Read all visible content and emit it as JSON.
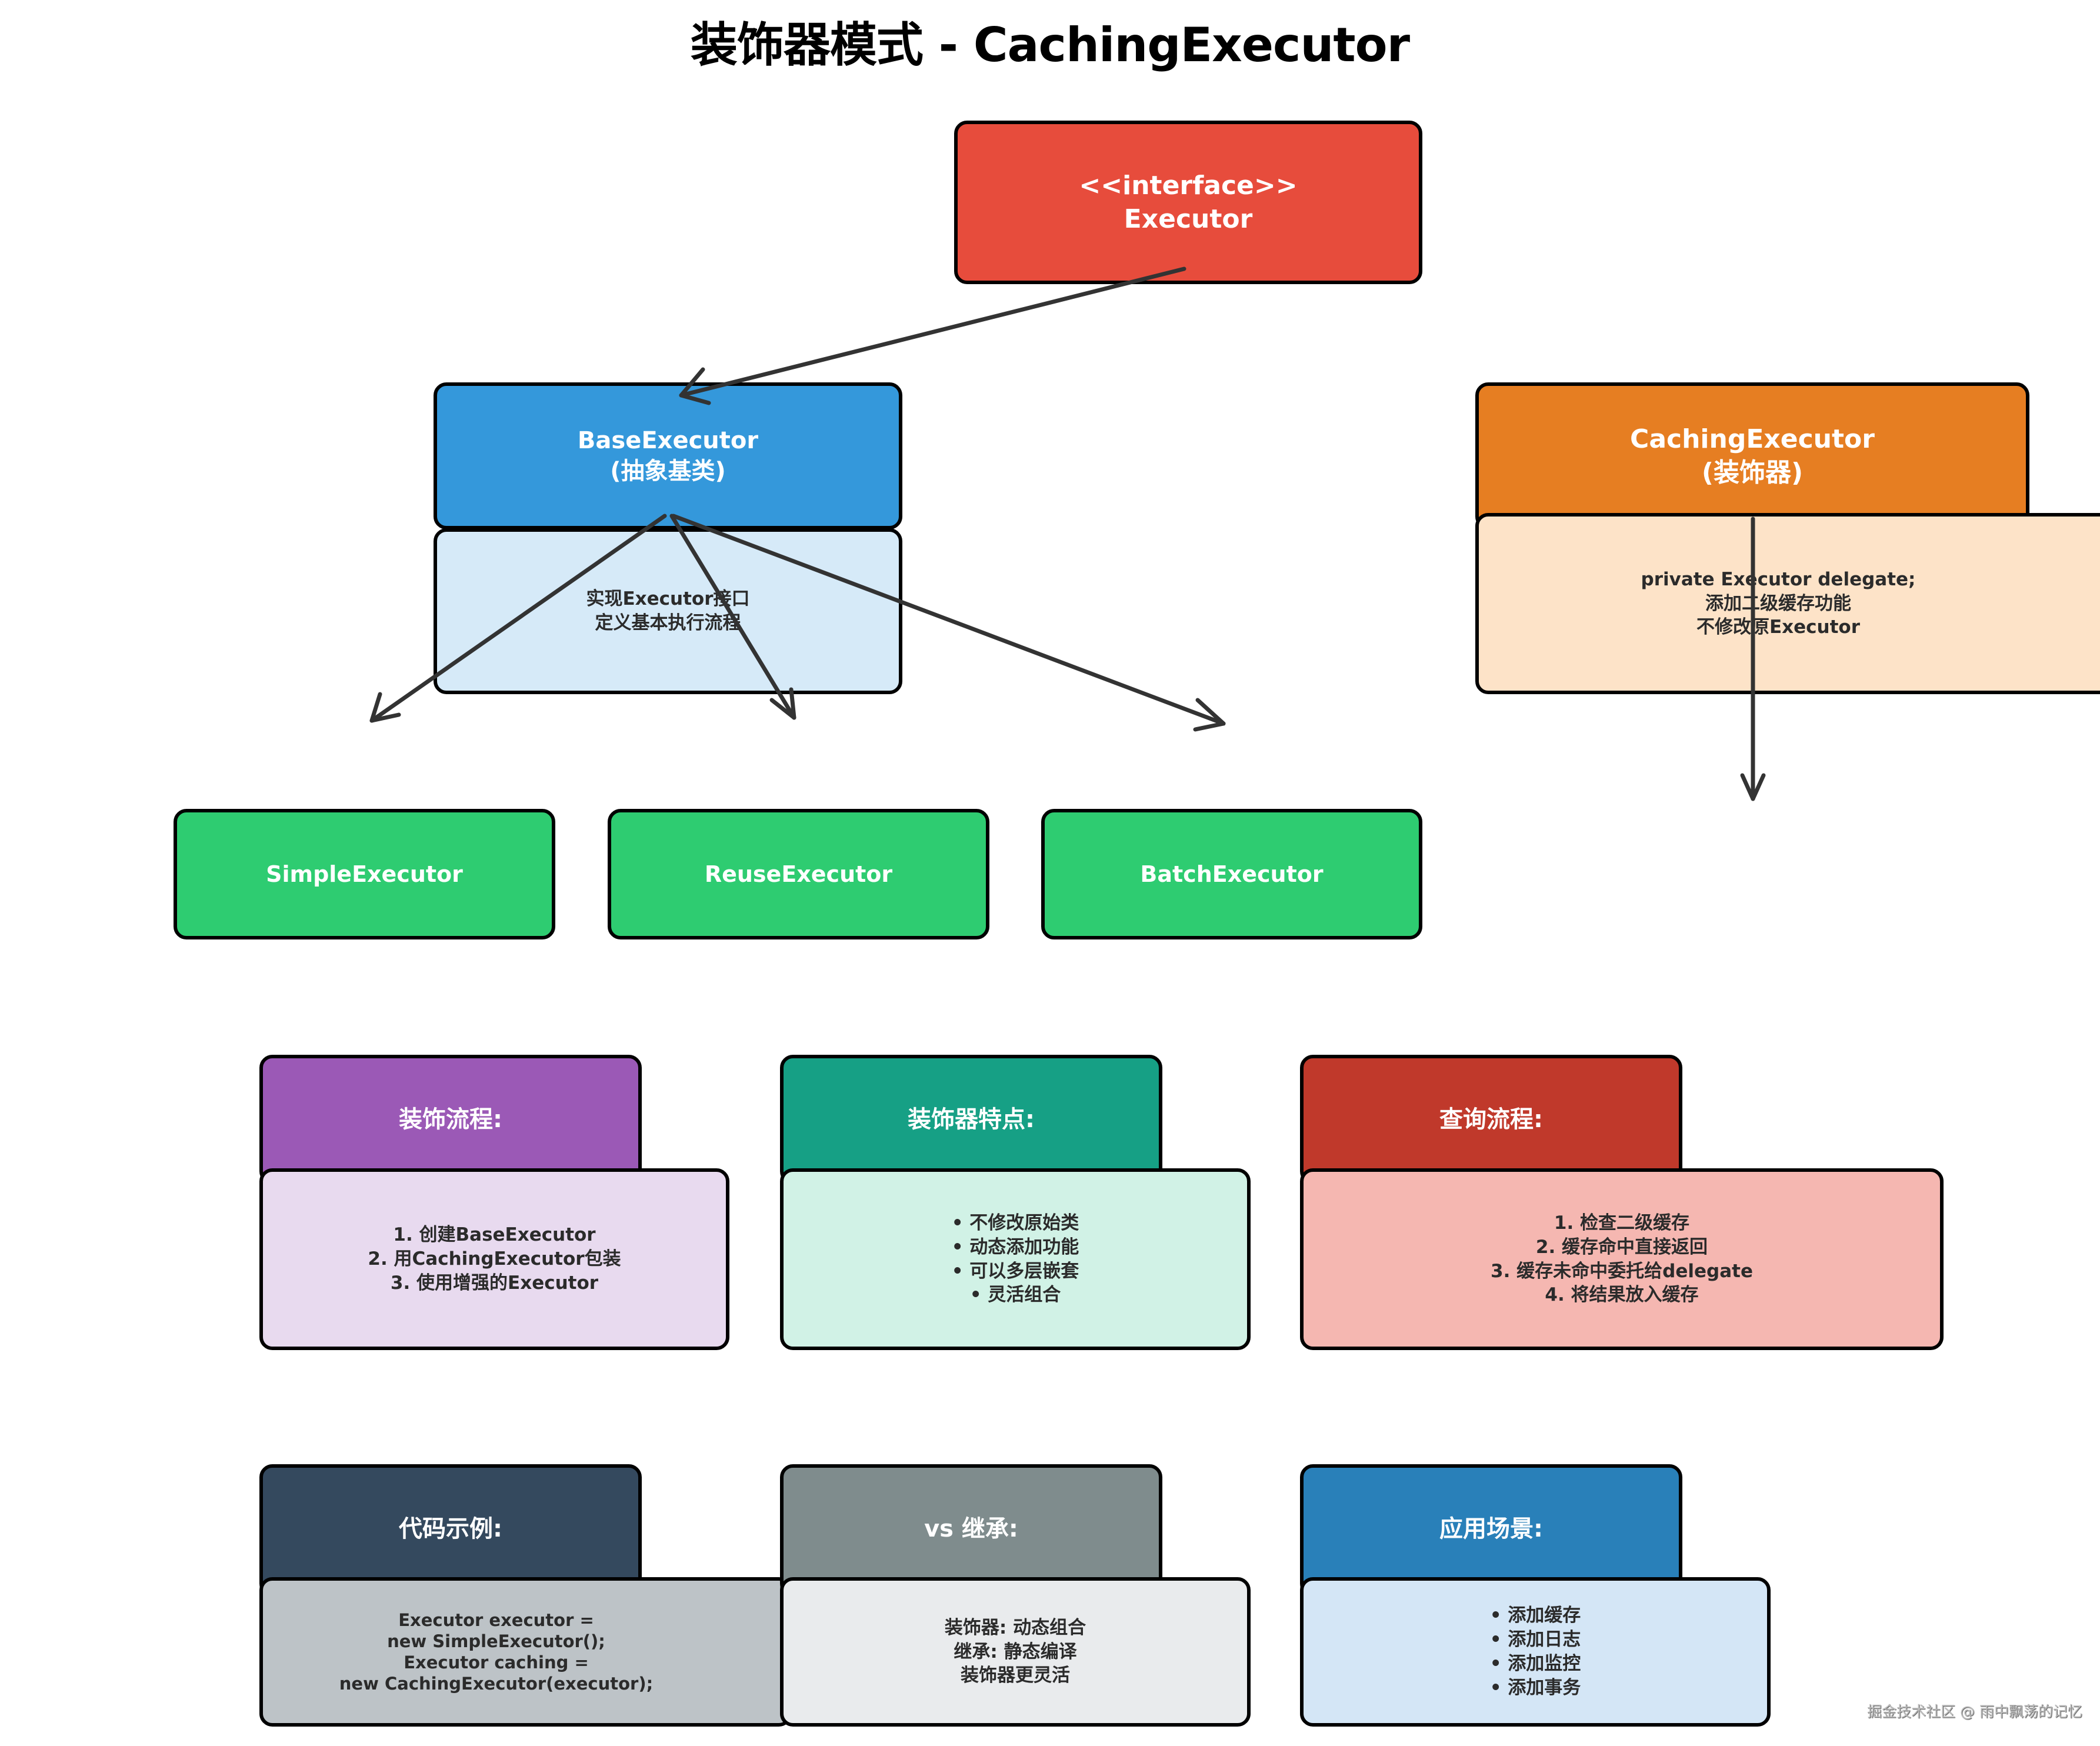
{
  "title": "装饰器模式 - CachingExecutor",
  "colors": {
    "interface": "#e74c3c",
    "base_header": "#3498db",
    "base_body": "#d6eaf8",
    "caching_header": "#e67e22",
    "caching_body": "#fde3c8",
    "concrete": "#2ecc71",
    "flow_header": "#9b59b6",
    "flow_body": "#e8daef",
    "features_header": "#16a085",
    "features_body": "#d1f2e6",
    "query_header": "#c0392b",
    "query_body": "#f5b7b1",
    "code_header": "#34495e",
    "code_body": "#bdc3c7",
    "vs_header": "#7f8c8d",
    "vs_body": "#e9ebed",
    "usage_header": "#2980b9",
    "usage_body": "#d4e6f6",
    "arrow": "#333333"
  },
  "nodes": {
    "executor": {
      "title": "<<interface>>\nExecutor"
    },
    "base_executor": {
      "title": "BaseExecutor\n(抽象基类)",
      "body": "实现Executor接口\n定义基本执行流程"
    },
    "caching_executor": {
      "title": "CachingExecutor\n(装饰器)",
      "body": "private Executor delegate;\n添加二级缓存功能\n不修改原Executor"
    },
    "simple_executor": {
      "title": "SimpleExecutor"
    },
    "reuse_executor": {
      "title": "ReuseExecutor"
    },
    "batch_executor": {
      "title": "BatchExecutor"
    }
  },
  "edges": [
    {
      "from": "executor",
      "to": "base_executor"
    },
    {
      "from": "base_executor",
      "to": "simple_executor"
    },
    {
      "from": "base_executor",
      "to": "reuse_executor"
    },
    {
      "from": "base_executor",
      "to": "batch_executor"
    },
    {
      "from": "caching_executor",
      "to": "delegate"
    }
  ],
  "cards": {
    "flow": {
      "title": "装饰流程:",
      "body": "1. 创建BaseExecutor\n2. 用CachingExecutor包装\n3. 使用增强的Executor"
    },
    "features": {
      "title": "装饰器特点:",
      "body": "• 不修改原始类\n• 动态添加功能\n• 可以多层嵌套\n• 灵活组合"
    },
    "query": {
      "title": "查询流程:",
      "body": "1. 检查二级缓存\n2. 缓存命中直接返回\n3. 缓存未命中委托给delegate\n4. 将结果放入缓存"
    },
    "code": {
      "title": "代码示例:",
      "body": "Executor executor =\nnew SimpleExecutor();\nExecutor caching =\nnew CachingExecutor(executor);"
    },
    "vs": {
      "title": "vs 继承:",
      "body": "装饰器: 动态组合\n继承: 静态编译\n装饰器更灵活"
    },
    "usage": {
      "title": "应用场景:",
      "body": "• 添加缓存\n• 添加日志\n• 添加监控\n• 添加事务"
    }
  },
  "watermark": "掘金技术社区 @ 雨中飘荡的记忆"
}
